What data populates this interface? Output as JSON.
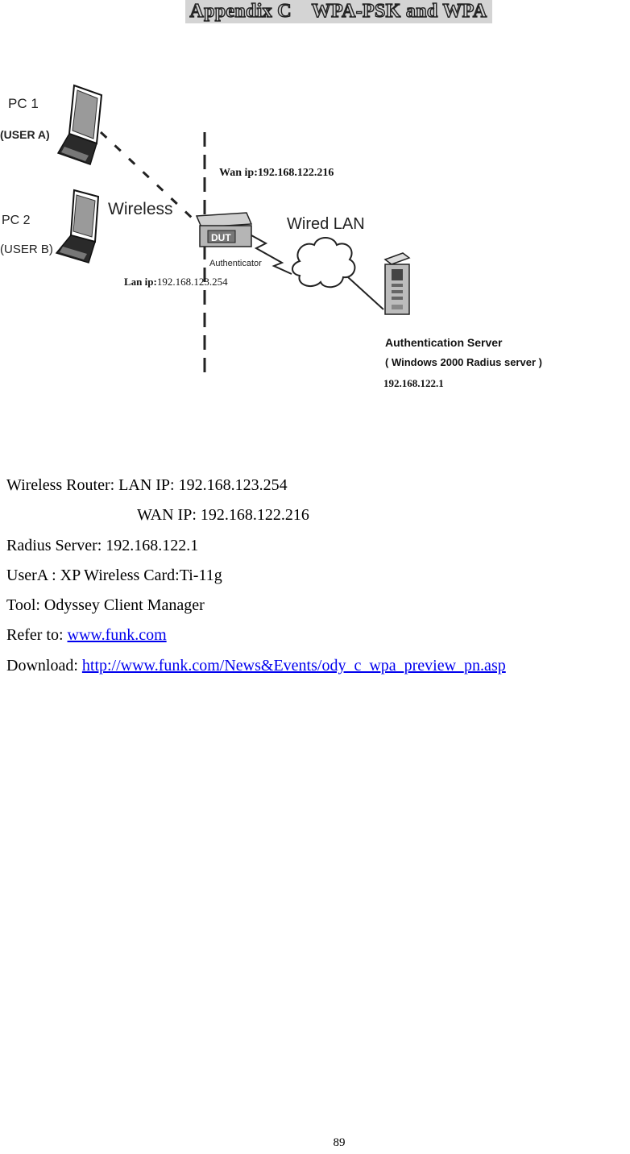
{
  "header": {
    "title": "Appendix C    WPA-PSK and WPA"
  },
  "diagram": {
    "pc1_label": "PC 1",
    "pc1_user": "(USER A)",
    "pc2_label": "PC 2",
    "pc2_user": "(USER B)",
    "wireless_label": "Wireless",
    "wan_ip_label": "Wan ip:192.168.122.216",
    "lan_ip_prefix": "Lan ip:",
    "lan_ip_value": "192.168.123.254",
    "dut_label": "DUT",
    "authenticator_label": "Authenticator",
    "wired_lan_label": "Wired LAN",
    "auth_server_label": "Authentication Server",
    "auth_server_sub": "( Windows 2000 Radius server )",
    "server_ip": "192.168.122.1"
  },
  "info": {
    "router_lan": "Wireless Router: LAN IP: 192.168.123.254",
    "router_wan": "WAN IP: 192.168.122.216",
    "radius": "Radius Server: 192.168.122.1",
    "usera": "UserA : XP Wireless Card:Ti-11g",
    "tool": "Tool: Odyssey Client Manager",
    "refer_prefix": "Refer to: ",
    "refer_link": "www.funk.com",
    "download_prefix": "Download: ",
    "download_link": "http://www.funk.com/News&Events/ody_c_wpa_preview_pn.asp"
  },
  "footer": {
    "page_number": "89"
  }
}
